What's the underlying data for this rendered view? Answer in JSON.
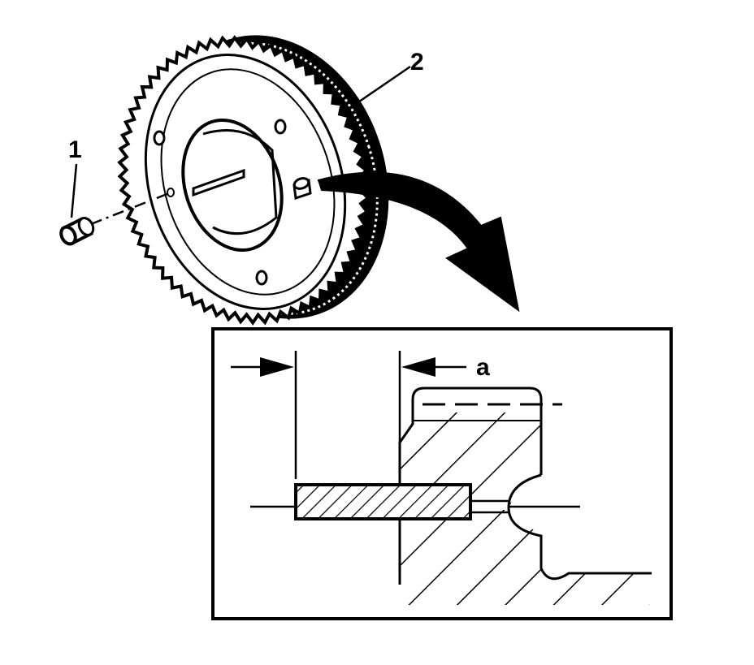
{
  "figure": {
    "callouts": [
      {
        "id": "1",
        "text": "1",
        "target": "dowel-pin"
      },
      {
        "id": "2",
        "text": "2",
        "target": "camshaft-sprocket"
      }
    ],
    "detail": {
      "dimension_label": "a"
    }
  }
}
